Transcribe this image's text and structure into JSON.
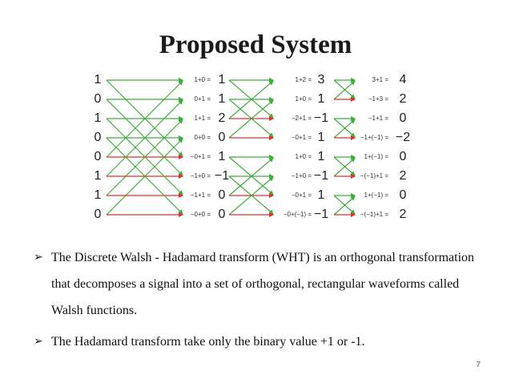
{
  "slide": {
    "title": "Proposed System",
    "page_number": "7",
    "bullet_icon": "arrowhead-bullet-icon",
    "bullets": [
      "The Discrete Walsh - Hadamard transform (WHT) is an orthogonal transformation that decomposes a signal into a set of orthogonal, rectangular waveforms called Walsh functions.",
      "The Hadamard transform take only the binary value +1 or -1."
    ]
  },
  "diagram": {
    "colors": {
      "positive": "#3fae3c",
      "negative": "#e0312b"
    },
    "input": [
      "1",
      "0",
      "1",
      "0",
      "0",
      "1",
      "1",
      "0"
    ],
    "stages": [
      {
        "equations": [
          "1+0 =",
          "0+1 =",
          "1+1 =",
          "0+0 =",
          "−0+1 =",
          "−1+0 =",
          "−1+1 =",
          "−0+0 ="
        ],
        "results": [
          "1",
          "1",
          "2",
          "0",
          "1",
          "−1",
          "0",
          "0"
        ]
      },
      {
        "equations": [
          "1+2 =",
          "1+0 =",
          "−2+1 =",
          "−0+1 =",
          "1+0 =",
          "−1+0 =",
          "−0+1 =",
          "−0+(−1) ="
        ],
        "results": [
          "3",
          "1",
          "−1",
          "1",
          "1",
          "−1",
          "1",
          "−1"
        ]
      },
      {
        "equations": [
          "3+1 =",
          "−1+3 =",
          "−1+1 =",
          "−1+(−1) =",
          "1+(−1) =",
          "−(−1)+1 =",
          "1+(−1) =",
          "−(−1)+1 ="
        ],
        "results": [
          "4",
          "2",
          "0",
          "−2",
          "0",
          "2",
          "0",
          "2"
        ]
      }
    ]
  }
}
